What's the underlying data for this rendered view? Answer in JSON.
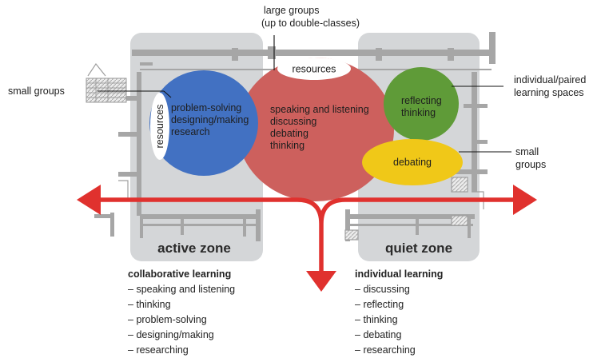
{
  "callouts": {
    "large_groups_line1": "large groups",
    "large_groups_line2": "(up to double-classes)",
    "small_groups_left": "small groups",
    "individual_line1": "individual/paired",
    "individual_line2": "learning spaces",
    "small_groups_right_line1": "small",
    "small_groups_right_line2": "groups"
  },
  "blobs": {
    "resources_top": "resources",
    "resources_left": "resources",
    "blue": [
      "problem-solving",
      "designing/making",
      "research"
    ],
    "red": [
      "speaking and listening",
      "discussing",
      "debating",
      "thinking"
    ],
    "green": [
      "reflecting",
      "thinking"
    ],
    "yellow": "debating"
  },
  "zones": {
    "active": "active zone",
    "quiet": "quiet zone"
  },
  "lists": {
    "collaborative": {
      "heading": "collaborative  learning",
      "items": [
        "speaking and listening",
        "thinking",
        "problem-solving",
        "designing/making",
        "researching"
      ]
    },
    "individual": {
      "heading": "individual learning",
      "items": [
        "discussing",
        "reflecting",
        "thinking",
        "debating",
        "researching"
      ]
    }
  },
  "colors": {
    "zone_panel": "#d4d6d8",
    "wall": "#a6a6a6",
    "blue": "#4271c2",
    "red": "#cd605d",
    "green": "#5f9b38",
    "yellow": "#f0c818",
    "arrow": "#e0312e"
  }
}
